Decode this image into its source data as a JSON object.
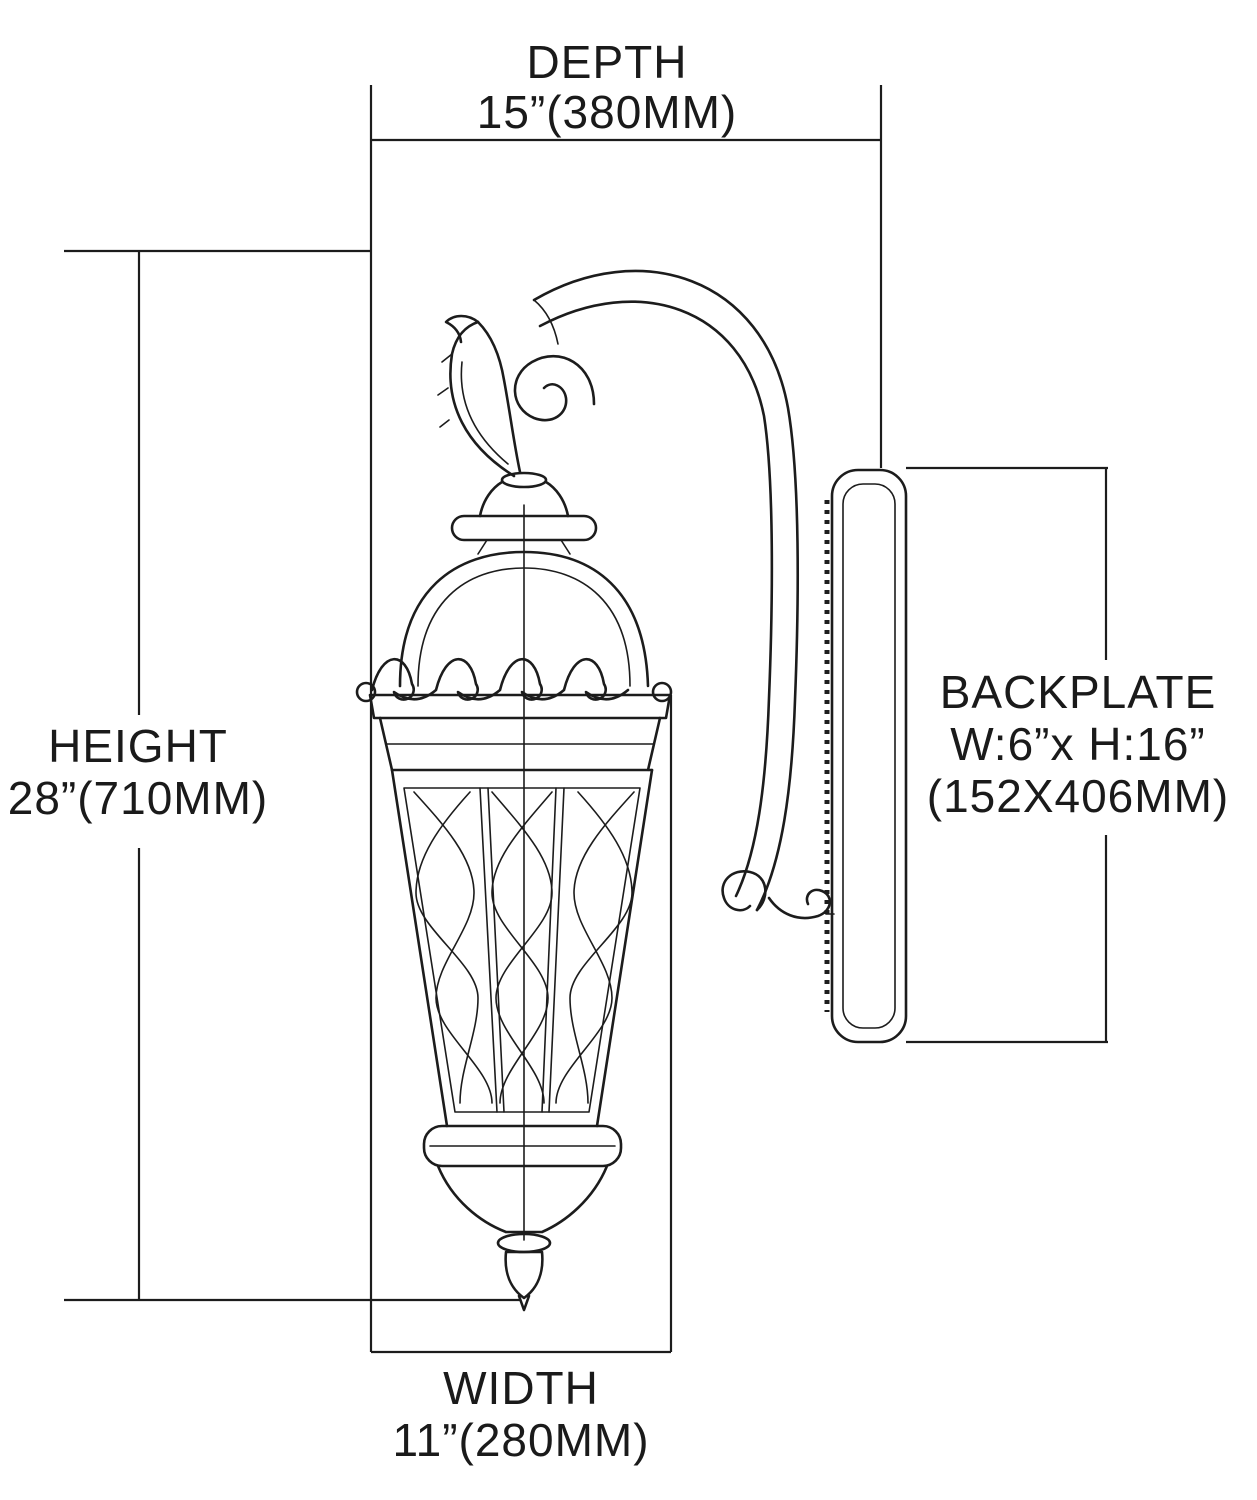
{
  "diagram": {
    "depth": {
      "label": "DEPTH",
      "value": "15”(380MM)"
    },
    "height": {
      "label": "HEIGHT",
      "value": "28”(710MM)"
    },
    "width": {
      "label": "WIDTH",
      "value": "11”(280MM)"
    },
    "backplate": {
      "label": "BACKPLATE",
      "size": "W:6”x H:16”",
      "metric": "(152X406MM)"
    },
    "colors": {
      "line": "#1c1c1c",
      "background": "#ffffff"
    }
  }
}
